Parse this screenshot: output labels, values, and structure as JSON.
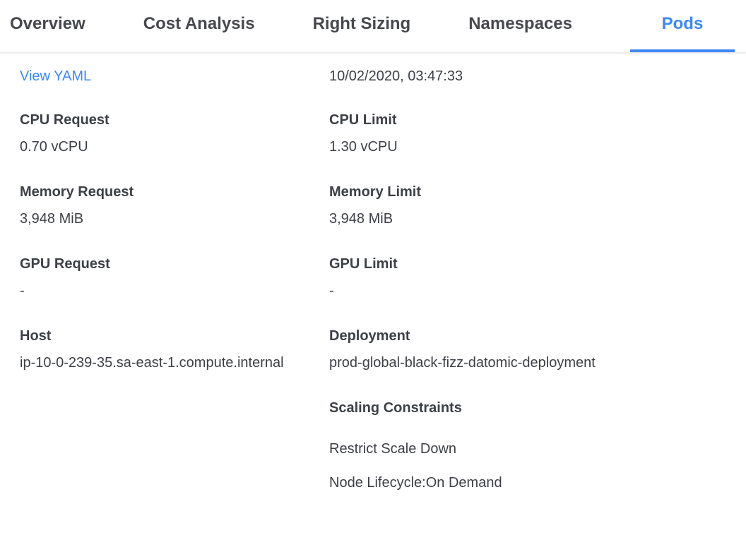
{
  "tabs": {
    "items": [
      {
        "label": "Overview",
        "active": false
      },
      {
        "label": "Cost Analysis",
        "active": false
      },
      {
        "label": "Right Sizing",
        "active": false
      },
      {
        "label": "Namespaces",
        "active": false
      },
      {
        "label": "Pods",
        "active": true
      }
    ]
  },
  "colors": {
    "accent_blue": "#3d87f5",
    "active_tab_underline": "#3d87f5",
    "text_dark": "#3d4045",
    "tab_divider": "#ececec"
  },
  "pod_details": {
    "view_yaml_label": "View YAML",
    "last_updated": "10/02/2020, 03:47:33",
    "left_fields": [
      {
        "label": "CPU Request",
        "value": "0.70 vCPU"
      },
      {
        "label": "Memory Request",
        "value": "3,948 MiB"
      },
      {
        "label": "GPU Request",
        "value": "-"
      },
      {
        "label": "Host",
        "value": "ip-10-0-239-35.sa-east-1.compute.internal"
      }
    ],
    "right_fields": [
      {
        "label": "CPU Limit",
        "value": "1.30 vCPU"
      },
      {
        "label": "Memory Limit",
        "value": "3,948 MiB"
      },
      {
        "label": "GPU Limit",
        "value": "-"
      },
      {
        "label": "Deployment",
        "value": "prod-global-black-fizz-datomic-deployment"
      }
    ],
    "scaling_constraints": {
      "label": "Scaling Constraints",
      "items": [
        "Restrict Scale Down",
        "Node Lifecycle:On Demand"
      ]
    }
  }
}
